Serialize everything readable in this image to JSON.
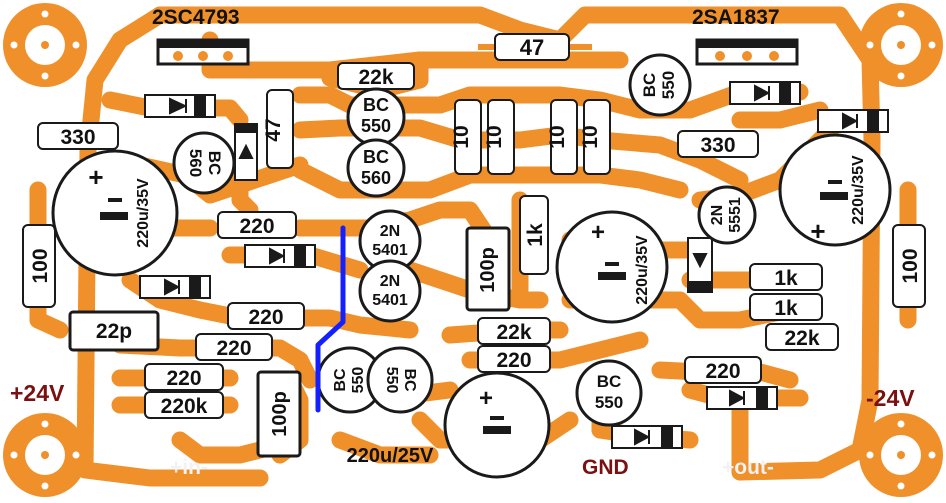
{
  "colors": {
    "copper": "#f0902a",
    "outline": "#1a1a1a",
    "body": "#ffffff",
    "jumper": "#1520ff",
    "supply_text": "#7a1010",
    "io_text": "#f2f2f2"
  },
  "labels": {
    "q_pos_power": "2SC4793",
    "q_neg_power": "2SA1837",
    "supply_pos": "+24V",
    "supply_neg": "-24V",
    "input": "+in-",
    "output": "+out-",
    "ground": "GND"
  },
  "resistors": [
    {
      "id": "r47_top",
      "value": "47"
    },
    {
      "id": "r22k_top",
      "value": "22k"
    },
    {
      "id": "r330_left",
      "value": "330"
    },
    {
      "id": "r47_vert",
      "value": "47"
    },
    {
      "id": "r10_a",
      "value": "10"
    },
    {
      "id": "r10_b",
      "value": "10"
    },
    {
      "id": "r10_c",
      "value": "10"
    },
    {
      "id": "r10_d",
      "value": "10"
    },
    {
      "id": "r330_right",
      "value": "330"
    },
    {
      "id": "r100_left",
      "value": "100"
    },
    {
      "id": "r220_a",
      "value": "220"
    },
    {
      "id": "r1k_vert",
      "value": "1k"
    },
    {
      "id": "r100_right",
      "value": "100"
    },
    {
      "id": "r1k_a",
      "value": "1k"
    },
    {
      "id": "r1k_b",
      "value": "1k"
    },
    {
      "id": "r22k_right",
      "value": "22k"
    },
    {
      "id": "r220_b",
      "value": "220"
    },
    {
      "id": "r220_c",
      "value": "220"
    },
    {
      "id": "r22k_mid",
      "value": "22k"
    },
    {
      "id": "r220_d",
      "value": "220"
    },
    {
      "id": "r220_e",
      "value": "220"
    },
    {
      "id": "r220_f",
      "value": "220"
    },
    {
      "id": "r220k",
      "value": "220k"
    }
  ],
  "transistors": [
    {
      "id": "q_bc550_top",
      "line1": "BC",
      "line2": "550"
    },
    {
      "id": "q_bc560_top",
      "line1": "BC",
      "line2": "560"
    },
    {
      "id": "q_bc560_left",
      "line1": "BC",
      "line2": "560"
    },
    {
      "id": "q_bc550_right",
      "line1": "BC",
      "line2": "550"
    },
    {
      "id": "q_2n5401_a",
      "line1": "2N",
      "line2": "5401"
    },
    {
      "id": "q_2n5401_b",
      "line1": "2N",
      "line2": "5401"
    },
    {
      "id": "q_2n5551",
      "line1": "2N",
      "line2": "5551"
    },
    {
      "id": "q_bc550_low_a",
      "line1": "BC",
      "line2": "550"
    },
    {
      "id": "q_bc550_low_b",
      "line1": "BC",
      "line2": "550"
    },
    {
      "id": "q_bc550_gnd",
      "line1": "BC",
      "line2": "550"
    }
  ],
  "capacitors": [
    {
      "id": "c_left",
      "value": "220u/35V"
    },
    {
      "id": "c_right",
      "value": "220u/35V"
    },
    {
      "id": "c_mid",
      "value": "220u/35V"
    },
    {
      "id": "c_bottom",
      "value": "220u/25V"
    },
    {
      "id": "c_22p",
      "value": "22p"
    },
    {
      "id": "c_100p_mid",
      "value": "100p"
    },
    {
      "id": "c_100p_low",
      "value": "100p"
    }
  ],
  "polarity_mark": "+"
}
